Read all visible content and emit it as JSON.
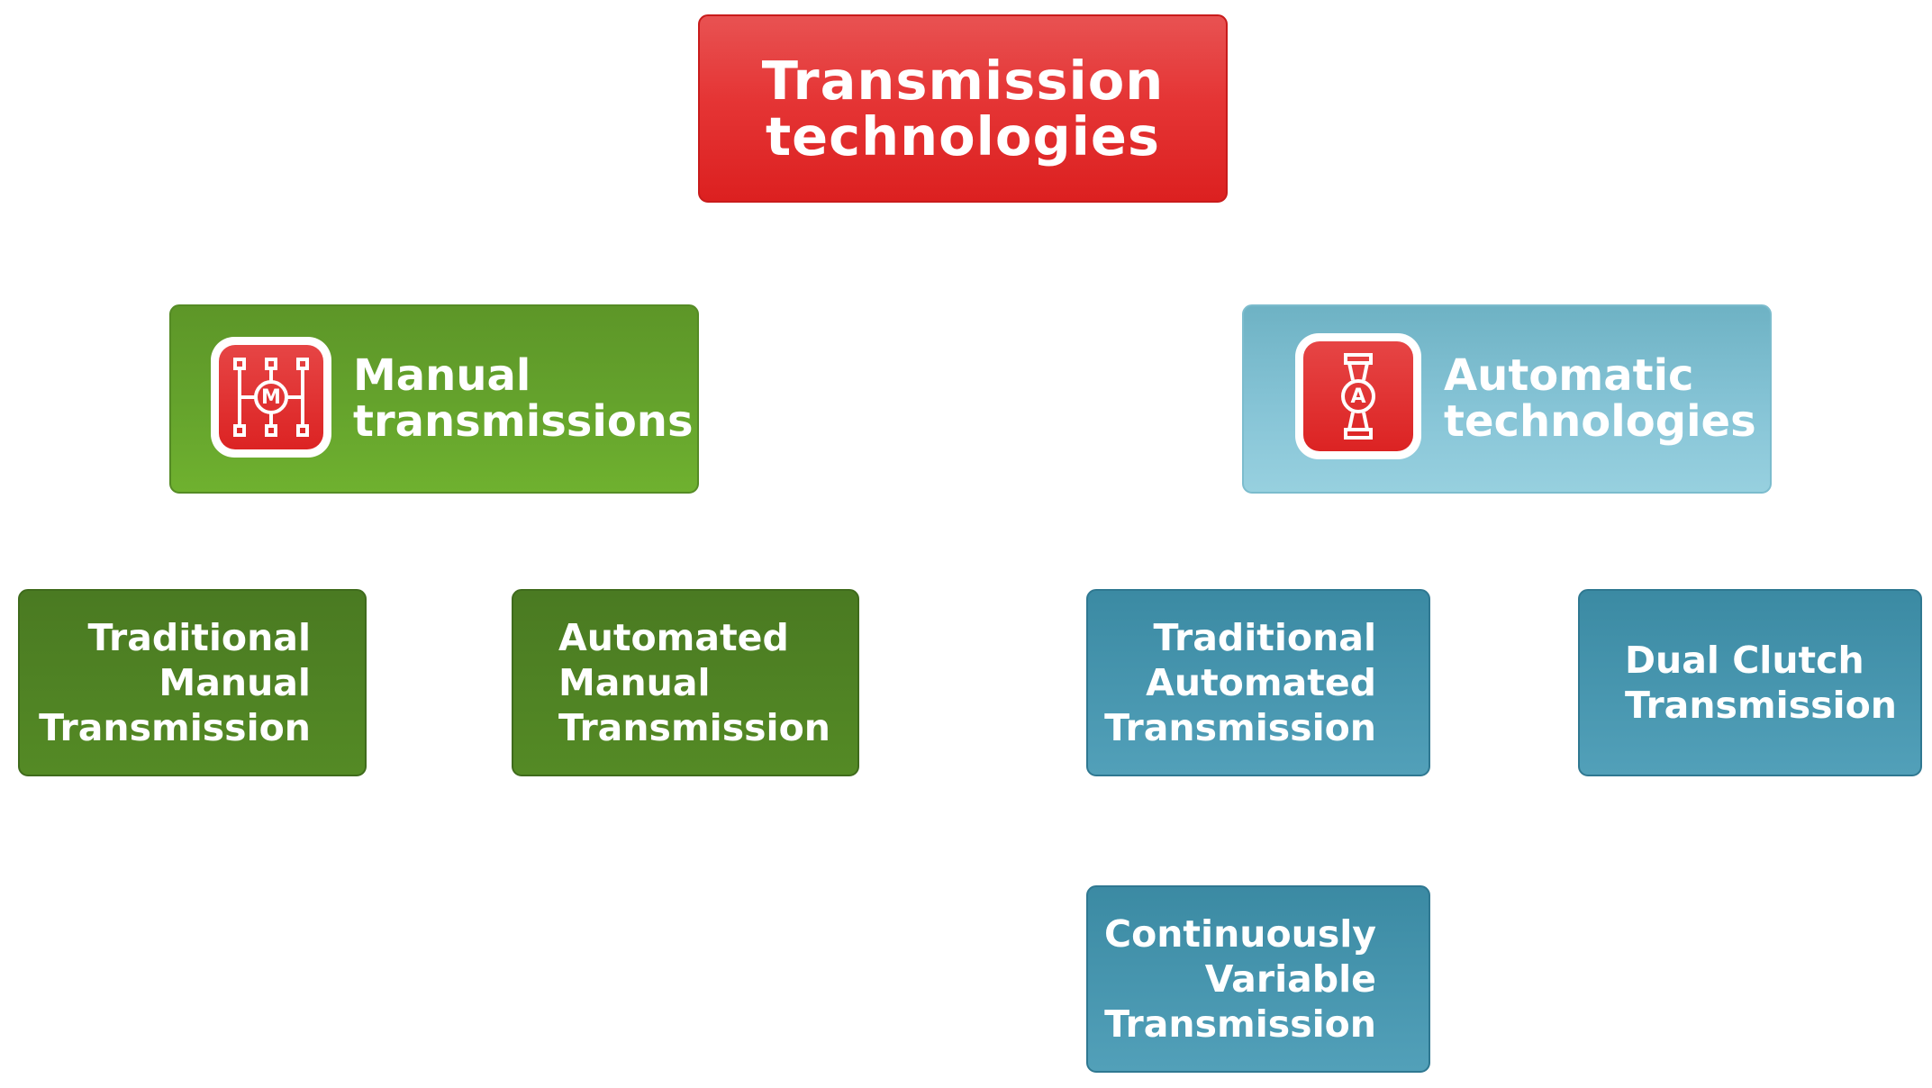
{
  "root": {
    "line1": "Transmission",
    "line2": "technologies",
    "color": "#e02828"
  },
  "categories": [
    {
      "line1": "Manual",
      "line2": "transmissions",
      "icon": "manual-gearshift-icon",
      "icon_letter": "M",
      "color": "#64a22c"
    },
    {
      "line1": "Automatic",
      "line2": "technologies",
      "icon": "automatic-transmission-icon",
      "icon_letter": "A",
      "color": "#86c4d6"
    }
  ],
  "leaves": {
    "traditional_manual": [
      "Traditional",
      "Manual",
      "Transmission"
    ],
    "automated_manual": [
      "Automated",
      "Manual",
      "Transmission"
    ],
    "traditional_automated": [
      "Traditional",
      "Automated",
      "Transmission"
    ],
    "dual_clutch": [
      "Dual Clutch",
      "Transmission"
    ],
    "cvt": [
      "Continuously",
      "Variable",
      "Transmission"
    ]
  },
  "colors": {
    "leaf_green": "#4f8424",
    "leaf_blue": "#4797b0",
    "icon_red": "#dc2323"
  }
}
